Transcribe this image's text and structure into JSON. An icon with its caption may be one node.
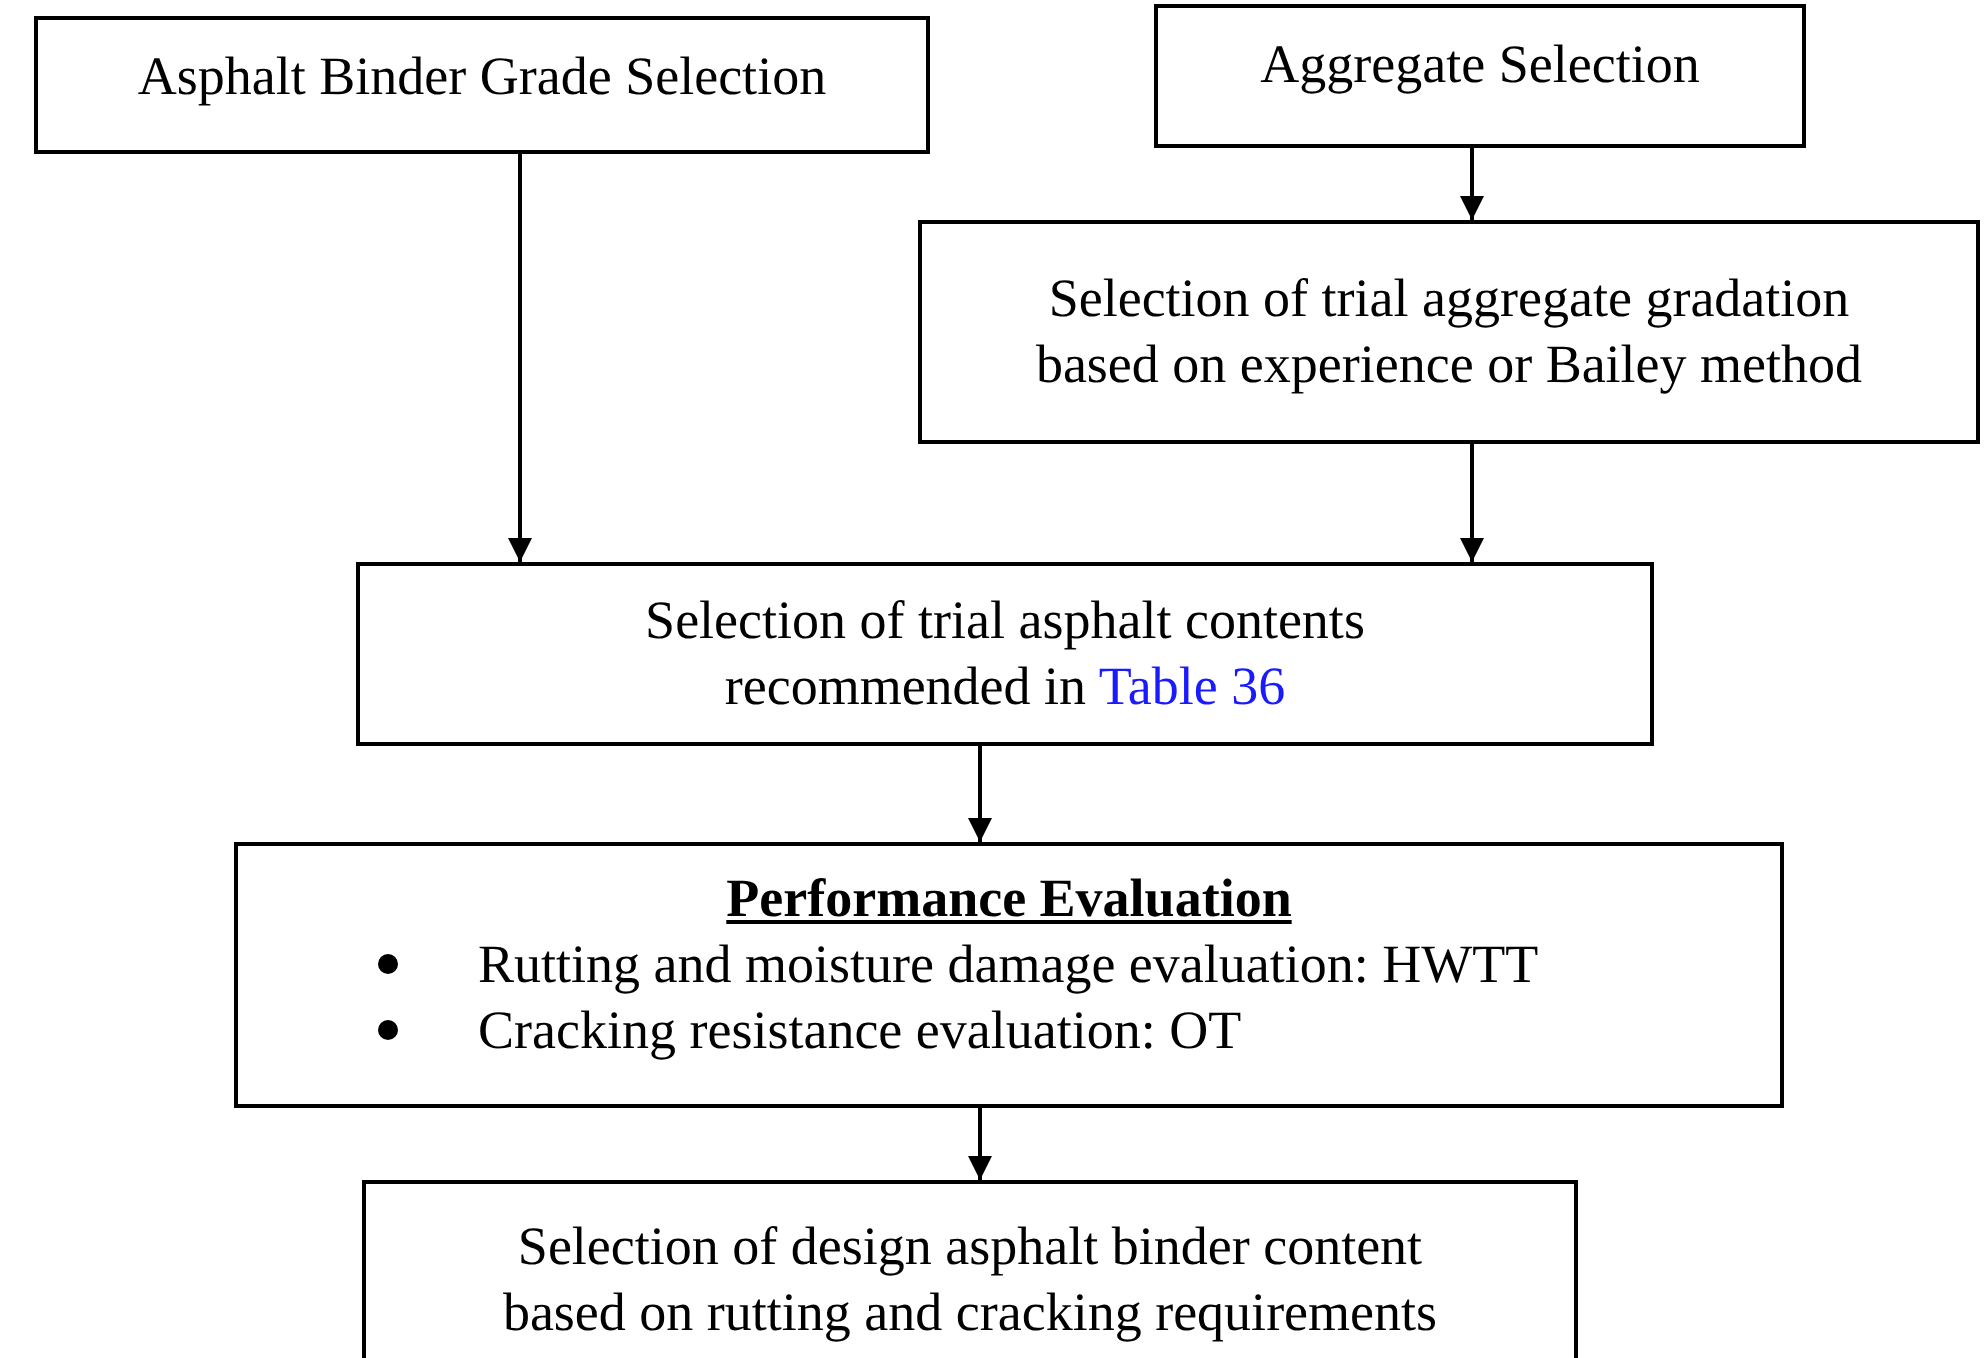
{
  "diagram": {
    "nodes": [
      {
        "text": [
          "Asphalt Binder Grade Selection"
        ]
      },
      {
        "text": [
          "Aggregate Selection"
        ]
      },
      {
        "text": [
          "Selection of trial aggregate gradation based on experience or Bailey method"
        ]
      },
      {
        "text": [
          "Selection of trial asphalt contents recommended in",
          "Table 36"
        ]
      },
      {
        "text": [
          "Performance Evaluation",
          "Rutting and moisture damage evaluation: HWTT",
          "Cracking resistance evaluation: OT"
        ]
      },
      {
        "text": [
          "Selection of design asphalt binder content based on rutting and cracking requirements"
        ]
      }
    ],
    "edges": [
      {
        "from": 0,
        "to": 3,
        "arrow": "to"
      },
      {
        "from": 1,
        "to": 2,
        "arrow": "to"
      },
      {
        "from": 2,
        "to": 3,
        "arrow": "to"
      },
      {
        "from": 3,
        "to": 4,
        "arrow": "to"
      },
      {
        "from": 4,
        "to": 5,
        "arrow": "to"
      }
    ]
  }
}
